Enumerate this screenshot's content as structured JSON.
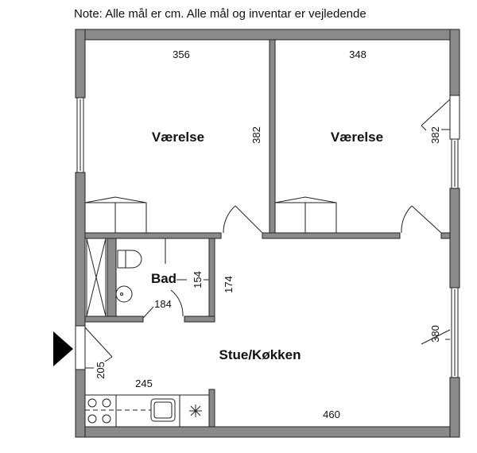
{
  "note": "Note: Alle mål er cm. Alle mål og inventar er vejledende",
  "rooms": {
    "bedroom_left": {
      "name": "Værelse",
      "width": "356",
      "depth": "382"
    },
    "bedroom_right": {
      "name": "Værelse",
      "width": "348",
      "depth": "382"
    },
    "bathroom": {
      "name": "Bad",
      "dim_a": "154",
      "dim_b": "184"
    },
    "living_kitchen": {
      "name": "Stue/Køkken",
      "dim_hall": "174",
      "dim_right": "380",
      "dim_entry": "205",
      "dim_kitchen": "245",
      "dim_bottom": "460"
    }
  },
  "colors": {
    "wall": "#8a8a8a",
    "line": "#222222"
  }
}
